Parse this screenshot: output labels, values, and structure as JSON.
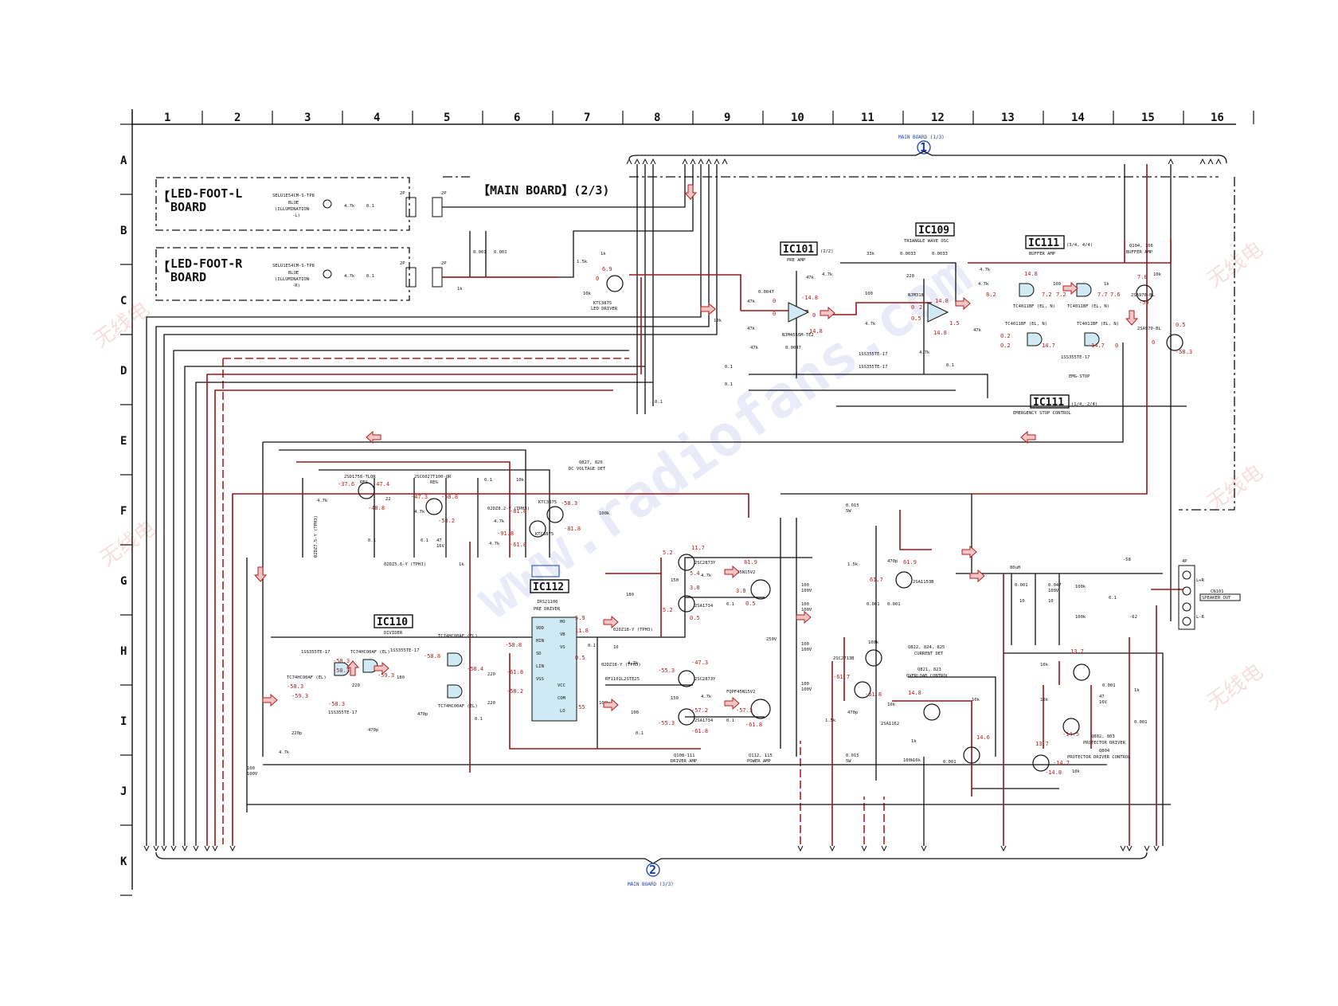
{
  "grid": {
    "columns": [
      "1",
      "2",
      "3",
      "4",
      "5",
      "6",
      "7",
      "8",
      "9",
      "10",
      "11",
      "12",
      "13",
      "14",
      "15",
      "16"
    ],
    "rows": [
      "A",
      "B",
      "C",
      "D",
      "E",
      "F",
      "G",
      "H",
      "I",
      "J",
      "K"
    ]
  },
  "connectors": {
    "top_circle": "1",
    "top_label": "MAIN BOARD (1/3)",
    "bottom_circle": "2",
    "bottom_label": "MAIN BOARD (3/3)"
  },
  "boards": {
    "led_l": "LED-FOOT-L\nBOARD",
    "led_l_line1": "LED-FOOT-L",
    "led_l_line2": "BOARD",
    "led_r_line1": "LED-FOOT-R",
    "led_r_line2": "BOARD",
    "main": "【MAIN BOARD】(2/3)",
    "led_part": "SELU1E54CM-S-TP8",
    "led_desc_l": "BLUE\n(ILLUMINATION\n-L)",
    "led_desc_l1": "BLUE",
    "led_desc_l2": "(ILLUMINATION",
    "led_desc_l3": "-L)",
    "led_desc_r3": "-R)",
    "pin2p": "2P"
  },
  "ics": {
    "ic101": "IC101",
    "ic101_sub": "(2/2)",
    "ic101_desc": "PRE AMP",
    "ic101_part": "NJM4556M-TE2",
    "ic109": "IC109",
    "ic109_desc": "TRIANGLE WAVE OSC",
    "ic109_part": "NJM318",
    "ic111a": "IC111",
    "ic111a_sub": "(3/4, 4/4)",
    "ic111a_desc": "BUFFER AMP",
    "ic111b": "IC111",
    "ic111b_sub": "(1/4, 2/4)",
    "ic111b_desc": "EMERGENCY STOP CONTROL",
    "ic110": "IC110",
    "ic110_desc": "DIVIDER",
    "ic112": "IC112",
    "ic112_part": "IRS21106",
    "ic112_desc": "PRE DRIVER",
    "ic112_pins_l": [
      "VDD",
      "HIN",
      "SD",
      "LIN",
      "VSS"
    ],
    "ic112_pins_r": [
      "HO",
      "VB",
      "VS",
      "VCC",
      "COM",
      "LO"
    ]
  },
  "transistors": {
    "q104": "Q104, 106",
    "q104_desc": "BUFFER AMP",
    "q104_part": "2SA970-BL",
    "q105_part": "2SA970-BL",
    "led_drv": "KTC3875",
    "led_drv_desc": "LED DRIVER",
    "q827": "Q827, 826",
    "q827_desc": "DC VOLTAGE DET",
    "q_reg1": "2SD1758-TLQR",
    "q_reg1_desc": "REG",
    "q_reg2": "2SC6027T100-QR",
    "q_reg2_desc": "REG",
    "ktc1": "KTC3875",
    "ktc2": "KTC3875",
    "q108": "Q108-111",
    "q108_desc": "DRIVER AMP",
    "q_2sc2873": "2SC2873Y",
    "q_2sa1734": "2SA1734",
    "q112": "Q112, 115",
    "q112_desc": "POWER AMP",
    "fqpf": "FQPF45N15V2",
    "q822": "Q822, 824, 825",
    "q822_desc": "CURRENT DET",
    "q821": "Q821, 823",
    "q821_desc": "OVERLOAD CONTROL",
    "q802": "Q802, 803",
    "q802_desc": "PROTECTOR DRIVER",
    "q804": "Q804",
    "q804_desc": "PROTECTOR DRIVER CONTROL",
    "q_2sa1162": "2SA1162",
    "q_2sc2713": "2SC2713B",
    "q_2sa1153": "2SA1153B"
  },
  "logic_parts": {
    "tc4011": "TC4011BF (EL, N)",
    "tc74a": "TC74HC00AF (EL)",
    "tc74b": "TC74HC00AF (EL)",
    "diode_1ss": "1SS355TE-17",
    "emg_stop": "EMG-STOP",
    "rf101": "RF1101L2STE25",
    "zener18": "02DZ18-Y (TPH3)",
    "zener82": "02DZ8.2-Y (TPH3)",
    "zener56": "02DZ5.6-Y (TPH3)",
    "zener75": "02DZ7.5-Y (TPH3)"
  },
  "output": {
    "cn101": "CN101",
    "cn101_desc": "SPEAKER OUT",
    "pins": "4P",
    "lplus": "L+R",
    "lminus": "L-R",
    "inductor": "80uH",
    "v58": "-58",
    "v62": "-62"
  },
  "values": {
    "r4_7k": "4.7k",
    "r47k": "47k",
    "r1k": "1k",
    "r1_5k": "1.5k",
    "r10k": "10k",
    "r33k": "33k",
    "r100": "100",
    "r220": "220",
    "r180": "180",
    "r150": "150",
    "r100k": "100k",
    "r22": "22",
    "c0_1": "0.1",
    "c0_001": "0.001",
    "c0_0047": "0.0047",
    "c0_0033": "0.0033",
    "c0_015": "0.015\n5W",
    "c100u": "100\n100V",
    "c470p": "470p",
    "c220p": "220p",
    "c10": "10",
    "c47_16": "47\n16V",
    "c0_047": "0.047\n100V",
    "c250": "250V",
    "c1_5k": "1.5k"
  },
  "voltages": {
    "v1": "6.9",
    "v2": "0",
    "v3": "0",
    "v4": "0",
    "v5": "-14.8",
    "v6": "0",
    "v7": "14.8",
    "v8": "0",
    "v9": "2",
    "v10": "0.5",
    "v11": "14.8",
    "v12": "1.5",
    "v13": "14.8",
    "v14": "14.8",
    "v15": "8.2",
    "v16": "7.2",
    "v17": "7.2",
    "v18": "7.7",
    "v19": "7.6",
    "v20": "7.8",
    "v21": "-59",
    "v22": "0.5",
    "v23": "0",
    "v24": "-58.3",
    "v25": "14.7",
    "v26": "14.7",
    "v27": "0",
    "v28": "0.2",
    "v29": "0.2",
    "f1": "-37.6",
    "f2": "-47.4",
    "f3": "-48.8",
    "f4": "-47.3",
    "f5": "-58.8",
    "f6": "-58.2",
    "f7": "-58.3",
    "f8": "-81.8",
    "f9": "-91.8",
    "f10": "-81.8",
    "f11": "-61.8",
    "g1": "11.7",
    "g2": "5.2",
    "g3": "5.4",
    "g4": "3.8",
    "g5": "5.2",
    "g6": "0.5",
    "g7": "81.9",
    "g8": "3.8",
    "g9": "0.5",
    "g10": "61.9",
    "g11": "61.7",
    "g12": "5.9",
    "g13": "11.8",
    "g14": "0.5",
    "h1": "-58.8",
    "h2": "-58.3",
    "h3": "-58.3",
    "h4": "-59.3",
    "h5": "-58.3",
    "h6": "-58.3",
    "h7": "-58.8",
    "h8": "-58.4",
    "h9": "-61.8",
    "h10": "-59.3",
    "h11": "-58.2",
    "h12": "-47.3",
    "h13": "-55.3",
    "h14": "-57.2",
    "h15": "-61.8",
    "h16": "-55.3",
    "h17": "-57.3",
    "h18": "-61.8",
    "h19": "-61.7",
    "h20": "13.7",
    "h21": "-61.8",
    "h22": "14.8",
    "h23": "-14.5",
    "h24": "-14.7",
    "h25": "13.7",
    "h26": "-14.8",
    "h27": "14.6",
    "h28": "-55"
  }
}
